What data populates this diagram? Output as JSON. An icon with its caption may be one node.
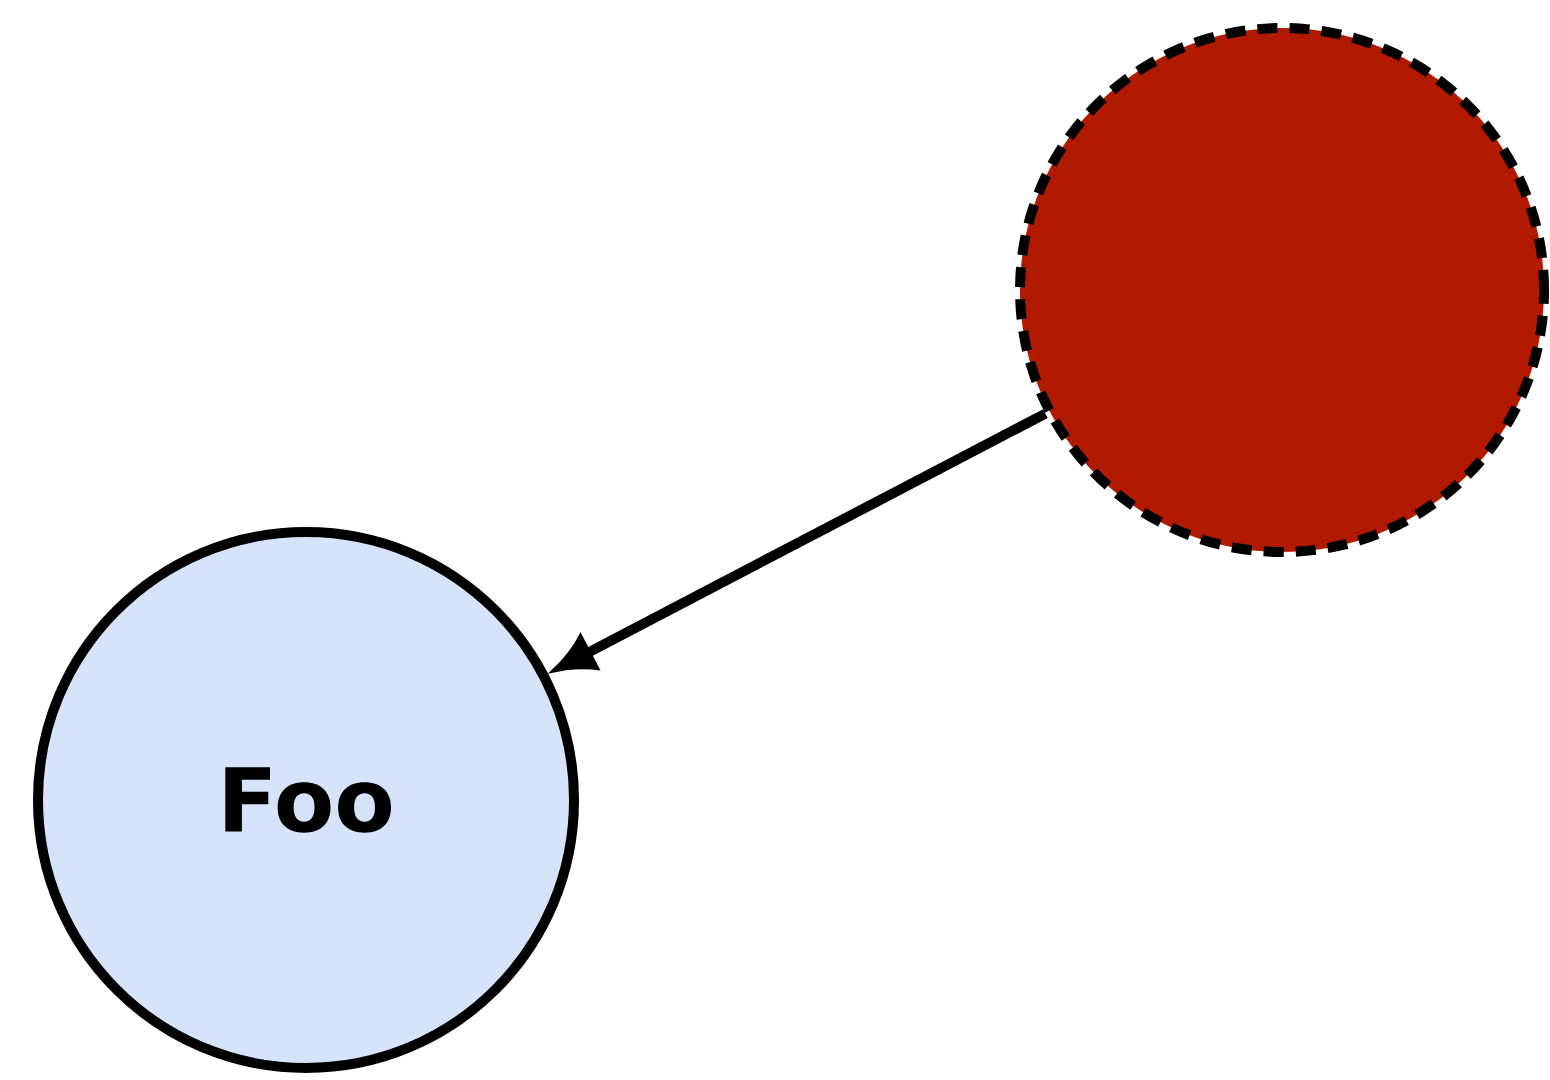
{
  "diagram": {
    "nodes": [
      {
        "text": [],
        "shape": "circle"
      },
      {
        "text": [
          "Foo"
        ]
      }
    ],
    "edges": [
      {
        "from": 0,
        "to": 1,
        "arrow": "to"
      }
    ]
  }
}
